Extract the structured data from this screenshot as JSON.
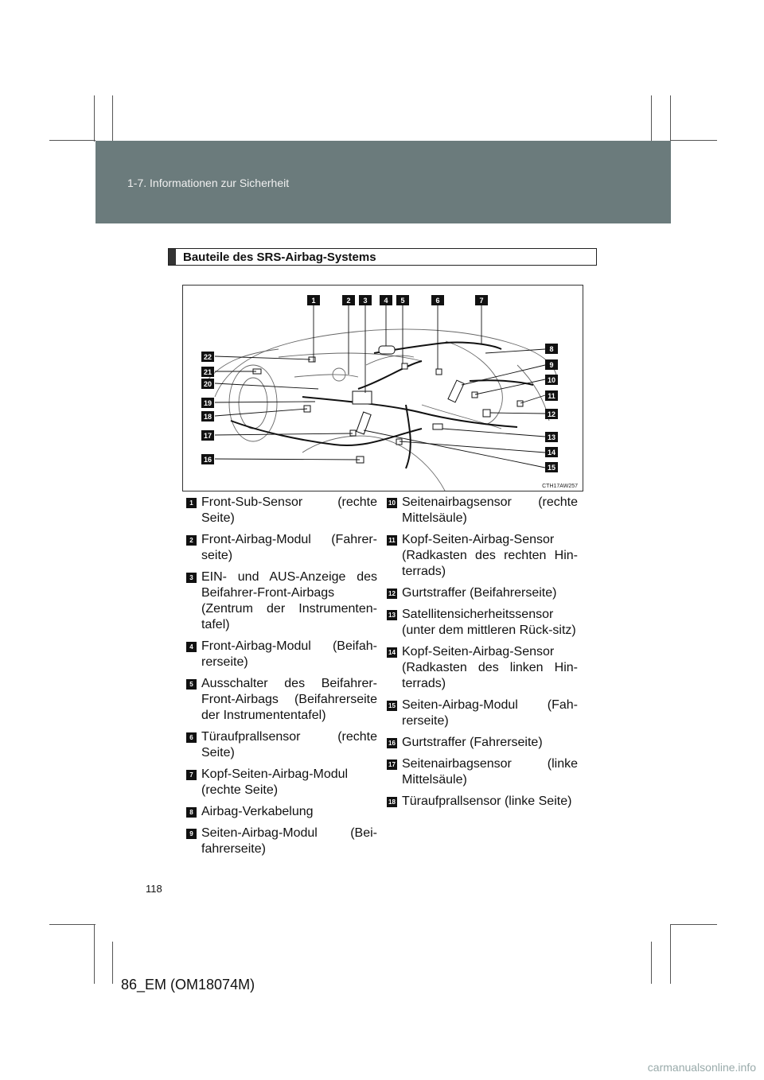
{
  "header": {
    "section": "1-7. Informationen zur Sicherheit"
  },
  "heading": "Bauteile des SRS-Airbag-Systems",
  "figure": {
    "code": "CTH17AW257",
    "callouts": [
      "1",
      "2",
      "3",
      "4",
      "5",
      "6",
      "7",
      "8",
      "9",
      "10",
      "11",
      "12",
      "13",
      "14",
      "15",
      "16",
      "17",
      "18",
      "19",
      "20",
      "21",
      "22"
    ]
  },
  "items_left": [
    {
      "num": "1",
      "text": "Front-Sub-Sensor (rechte Seite)"
    },
    {
      "num": "2",
      "text": "Front-Airbag-Modul (Fahrer-seite)"
    },
    {
      "num": "3",
      "text": "EIN- und AUS-Anzeige des Beifahrer-Front-Airbags (Zentrum der Instrumenten-tafel)"
    },
    {
      "num": "4",
      "text": "Front-Airbag-Modul (Beifah-rerseite)"
    },
    {
      "num": "5",
      "text": "Ausschalter des Beifahrer-Front-Airbags (Beifahrerseite der Instrumententafel)"
    },
    {
      "num": "6",
      "text": "Türaufprallsensor (rechte Seite)"
    },
    {
      "num": "7",
      "text": "Kopf-Seiten-Airbag-Modul (rechte Seite)"
    },
    {
      "num": "8",
      "text": "Airbag-Verkabelung"
    },
    {
      "num": "9",
      "text": "Seiten-Airbag-Modul (Bei-fahrerseite)"
    }
  ],
  "items_right": [
    {
      "num": "10",
      "text": "Seitenairbagsensor (rechte Mittelsäule)"
    },
    {
      "num": "11",
      "text": "Kopf-Seiten-Airbag-Sensor (Radkasten des rechten Hin-terrads)"
    },
    {
      "num": "12",
      "text": "Gurtstraffer (Beifahrerseite)"
    },
    {
      "num": "13",
      "text": "Satellitensicherheitssensor (unter dem mittleren Rück-sitz)"
    },
    {
      "num": "14",
      "text": "Kopf-Seiten-Airbag-Sensor (Radkasten des linken Hin-terrads)"
    },
    {
      "num": "15",
      "text": "Seiten-Airbag-Modul (Fah-rerseite)"
    },
    {
      "num": "16",
      "text": "Gurtstraffer (Fahrerseite)"
    },
    {
      "num": "17",
      "text": "Seitenairbagsensor (linke Mittelsäule)"
    },
    {
      "num": "18",
      "text": "Türaufprallsensor (linke Seite)"
    }
  ],
  "page_number": "118",
  "footer": "86_EM (OM18074M)",
  "watermark": "carmanualsonline.info"
}
